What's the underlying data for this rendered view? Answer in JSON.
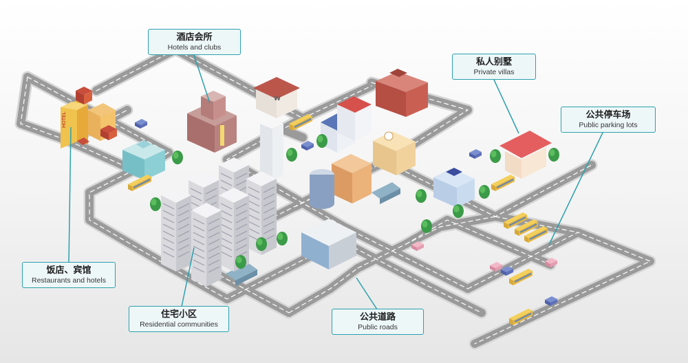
{
  "labels": {
    "hotels_clubs": {
      "zh": "酒店会所",
      "en": "Hotels and clubs"
    },
    "private_villas": {
      "zh": "私人别墅",
      "en": "Private villas"
    },
    "public_parking": {
      "zh": "公共停车场",
      "en": "Public parking lots"
    },
    "restaurants_hotels": {
      "zh": "饭店、宾馆",
      "en": "Restaurants and hotels"
    },
    "residential": {
      "zh": "住宅小区",
      "en": "Residential communities"
    },
    "public_roads": {
      "zh": "公共道路",
      "en": "Public roads"
    }
  },
  "signage": {
    "hotel_sign": "HOTEL",
    "w_sign": "W"
  },
  "colors": {
    "callout_border": "#2aa0ae",
    "callout_fill": "#eef7f8",
    "road": "#9a9a9a",
    "road_edge": "#d6d6d6",
    "road_marking": "#ffffff",
    "tree": "#3b9b48"
  }
}
